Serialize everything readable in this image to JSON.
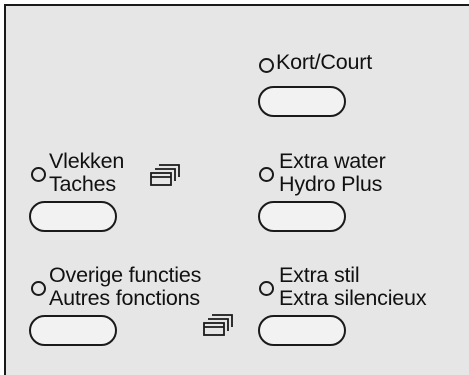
{
  "panel": {
    "options": [
      {
        "id": "short",
        "lines": [
          "Kort/Court"
        ],
        "indicator": "off"
      },
      {
        "id": "stains",
        "lines": [
          "Vlekken",
          "Taches"
        ],
        "indicator": "off",
        "icon": "layers-icon"
      },
      {
        "id": "extra-water",
        "lines": [
          "Extra water",
          "Hydro Plus"
        ],
        "indicator": "off"
      },
      {
        "id": "other-functions",
        "lines": [
          "Overige functies",
          "Autres fonctions"
        ],
        "indicator": "off",
        "icon": "layers-icon"
      },
      {
        "id": "extra-quiet",
        "lines": [
          "Extra stil",
          "Extra silencieux"
        ],
        "indicator": "off"
      }
    ]
  },
  "colors": {
    "panel": "#e6e6e6",
    "ink": "#1a1a1a",
    "button": "#f2f2f2"
  }
}
